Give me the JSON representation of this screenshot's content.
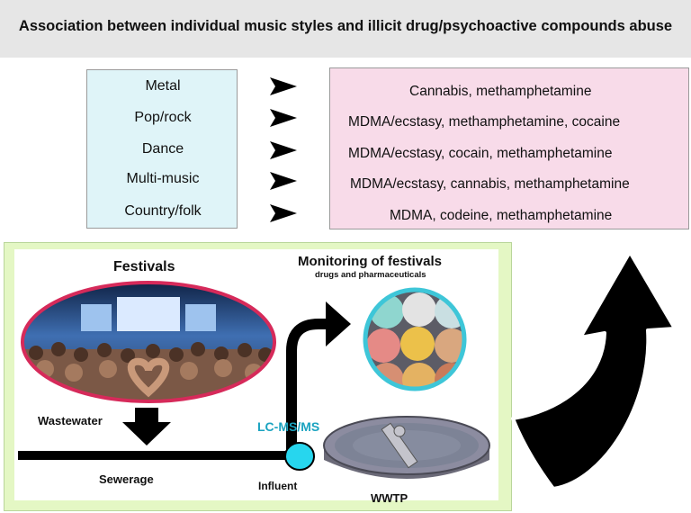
{
  "title": "Association between individual music styles and illicit drug/psychoactive compounds abuse",
  "music_styles": [
    {
      "style": "Metal",
      "drugs": "Cannabis, methamphetamine"
    },
    {
      "style": "Pop/rock",
      "drugs": "MDMA/ecstasy, methamphetamine, cocaine"
    },
    {
      "style": "Dance",
      "drugs": "MDMA/ecstasy, cocain, methamphetamine"
    },
    {
      "style": "Multi-music",
      "drugs": "MDMA/ecstasy, cannabis, methamphetamine"
    },
    {
      "style": "Country/folk",
      "drugs": "MDMA, codeine, methamphetamine"
    }
  ],
  "diagram": {
    "festivals_label": "Festivals",
    "monitoring_title": "Monitoring of festivals",
    "monitoring_subtitle": "drugs and pharmaceuticals",
    "wastewater_label": "Wastewater",
    "sewerage_label": "Sewerage",
    "influent_label": "Influent",
    "method_label": "LC-MS/MS",
    "plant_label": "WWTP"
  },
  "colors": {
    "title_bar": "#e6e6e6",
    "styles_box": "#dff4f8",
    "drugs_box": "#f8dbe9",
    "diagram_frame": "#e4f7c4",
    "festival_ring": "#d62a5a",
    "pill_ring": "#3ec6d8",
    "influent_node": "#27d6ee",
    "method_text": "#1aa3c0"
  }
}
